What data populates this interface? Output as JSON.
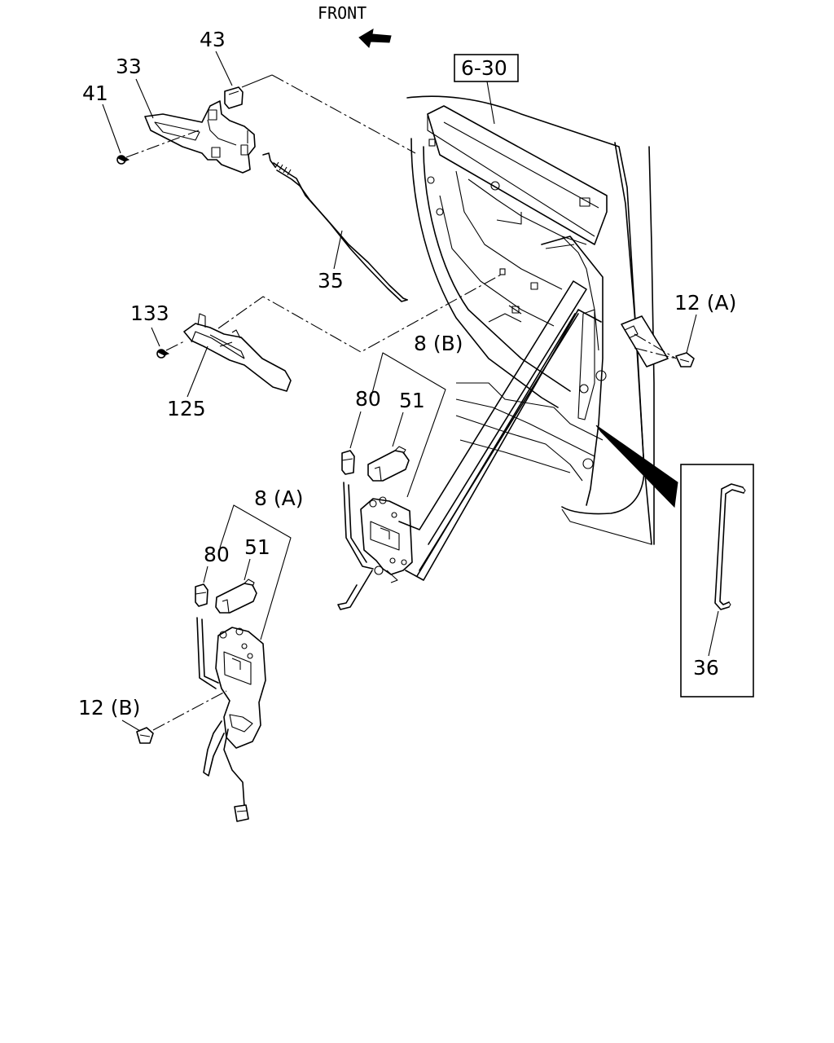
{
  "orientation": {
    "text": "FRONT"
  },
  "reference": {
    "text": "6-30"
  },
  "callouts": {
    "c43": "43",
    "c33": "33",
    "c41": "41",
    "c35": "35",
    "c133": "133",
    "c125": "125",
    "c12a": "12 (A)",
    "c8b": "8 (B)",
    "c80b": "80",
    "c51b": "51",
    "c8a": "8 (A)",
    "c80a": "80",
    "c51a": "51",
    "c12b": "12 (B)",
    "c36": "36"
  }
}
